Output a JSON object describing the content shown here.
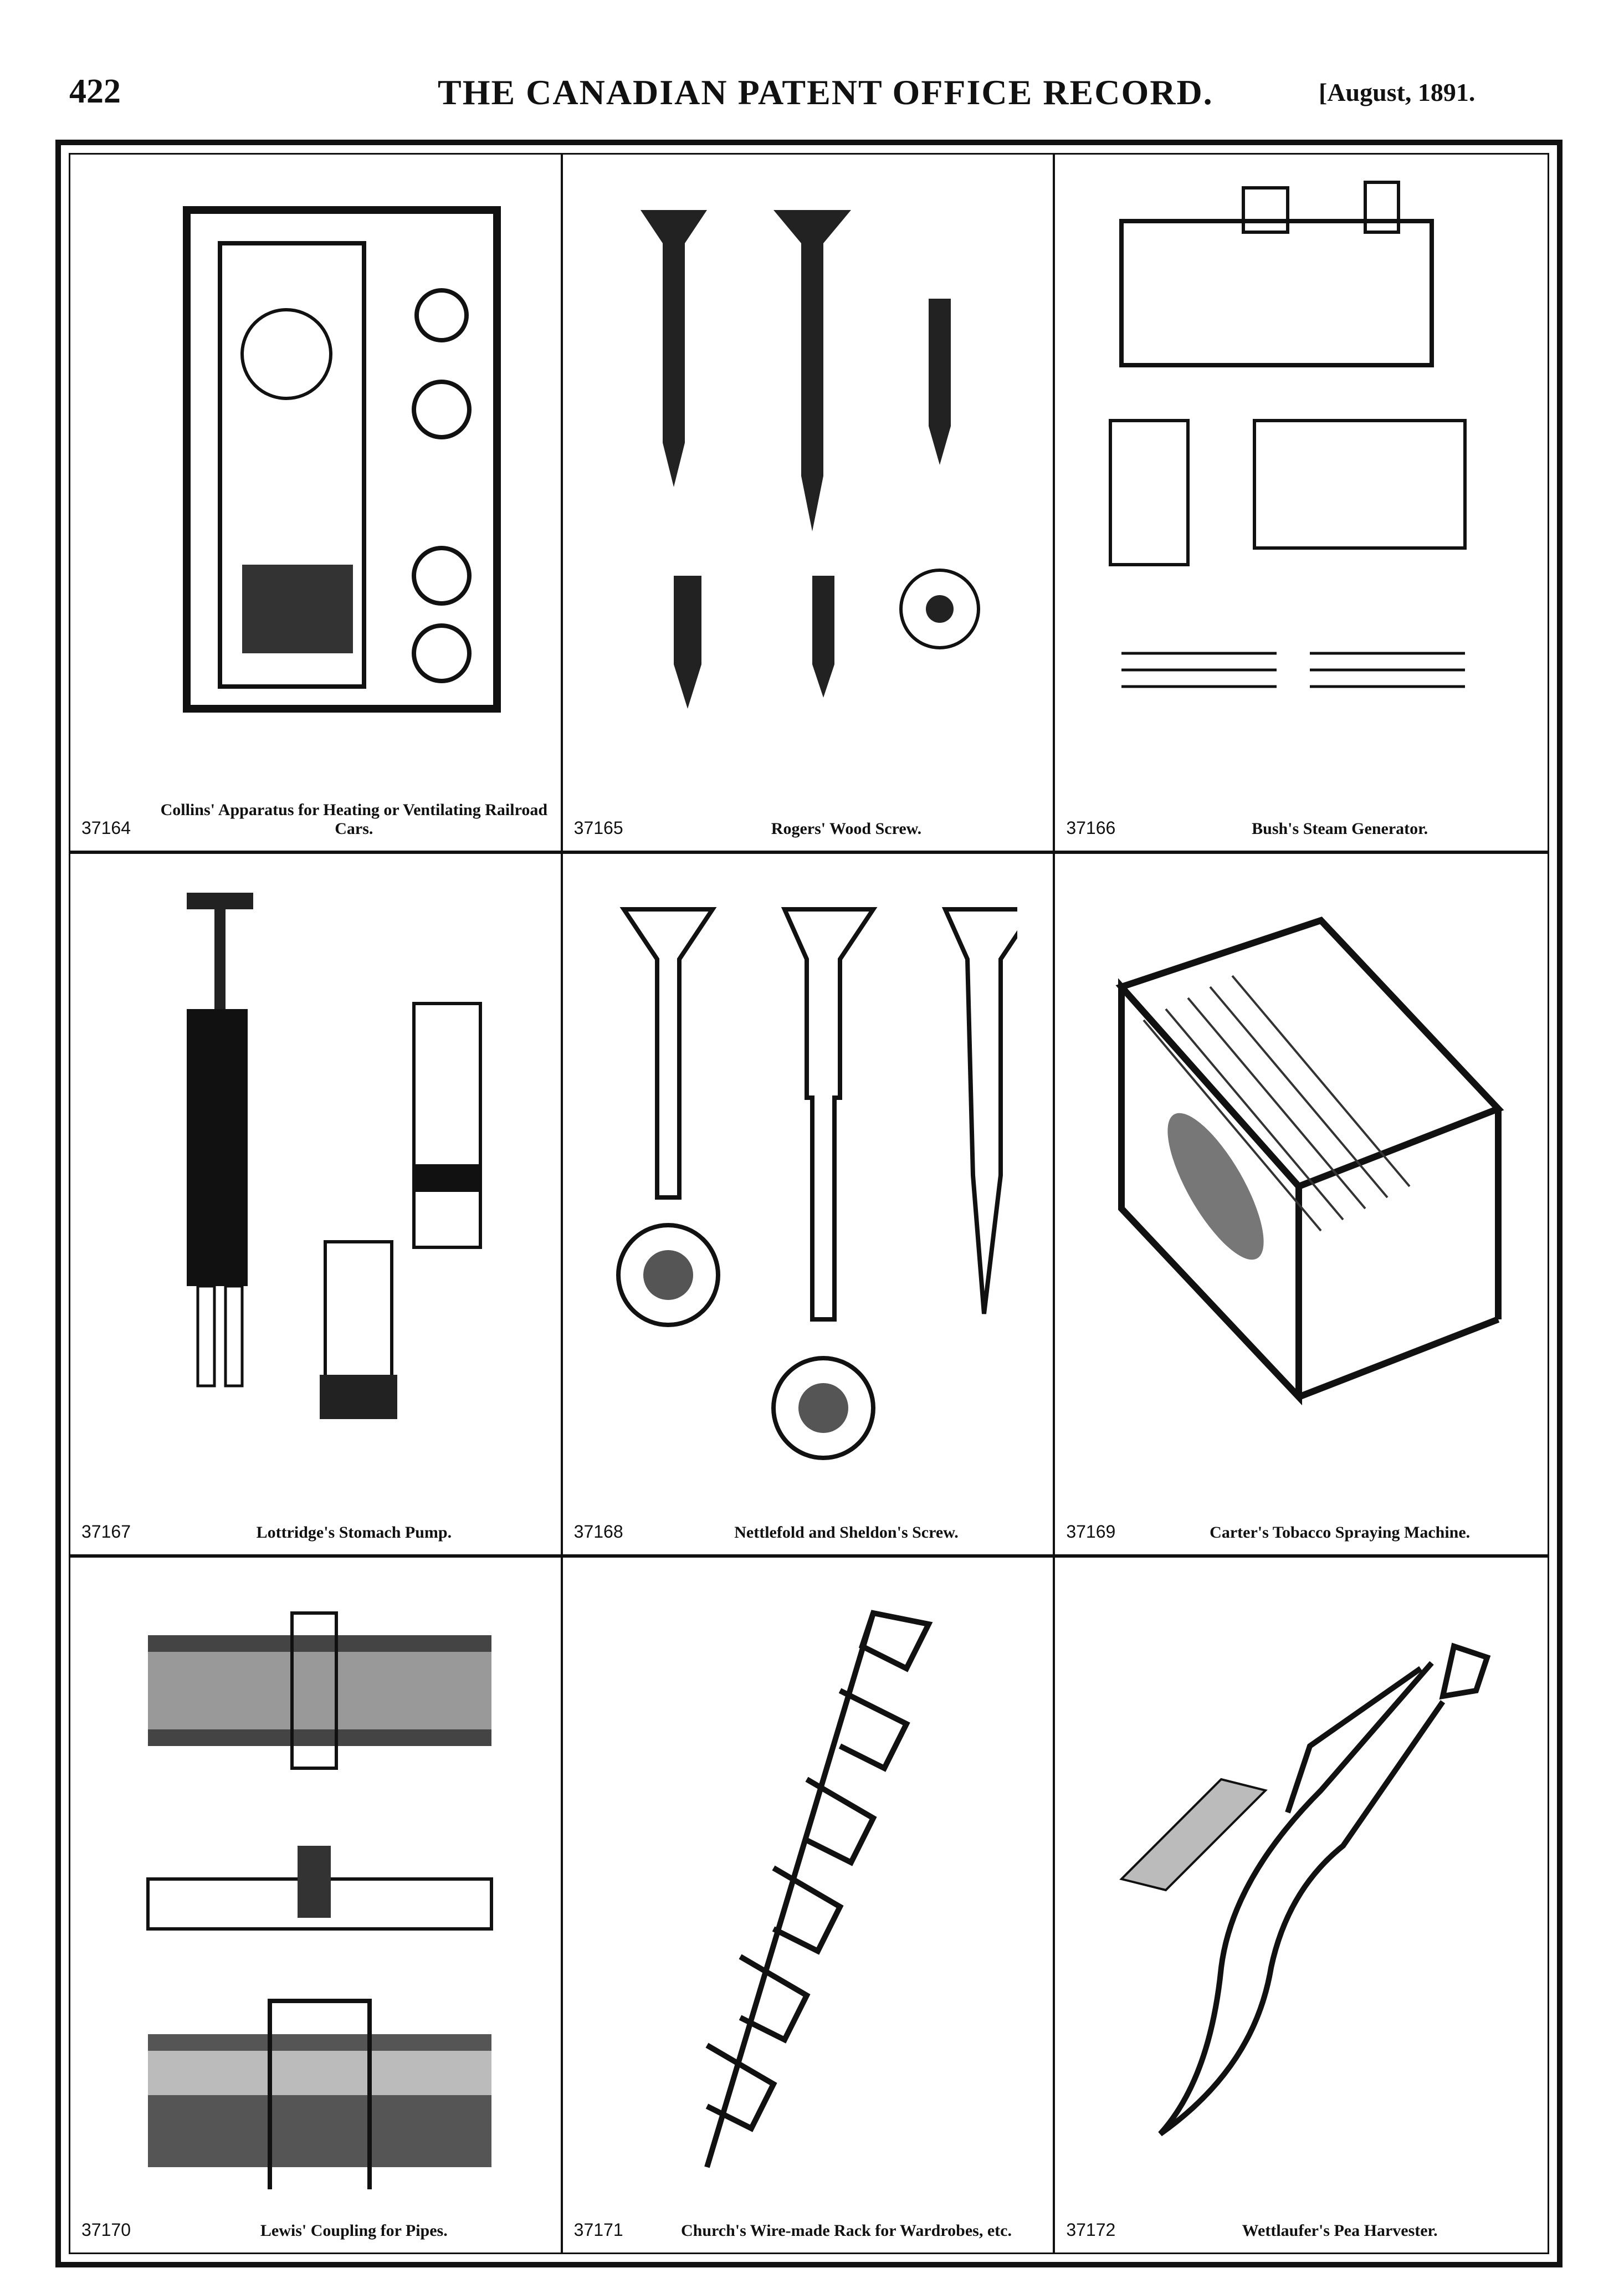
{
  "header": {
    "page_number": "422",
    "title": "THE CANADIAN PATENT OFFICE RECORD.",
    "date": "[August, 1891."
  },
  "patents": [
    {
      "number": "37164",
      "title": "Collins' Apparatus for Heating or Ventilating Railroad Cars."
    },
    {
      "number": "37165",
      "title": "Rogers' Wood Screw."
    },
    {
      "number": "37166",
      "title": "Bush's Steam Generator."
    },
    {
      "number": "37167",
      "title": "Lottridge's Stomach Pump."
    },
    {
      "number": "37168",
      "title": "Nettlefold and Sheldon's Screw."
    },
    {
      "number": "37169",
      "title": "Carter's Tobacco Spraying Machine."
    },
    {
      "number": "37170",
      "title": "Lewis' Coupling for Pipes."
    },
    {
      "number": "37171",
      "title": "Church's Wire-made Rack for Wardrobes, etc."
    },
    {
      "number": "37172",
      "title": "Wettlaufer's Pea Harvester."
    }
  ]
}
